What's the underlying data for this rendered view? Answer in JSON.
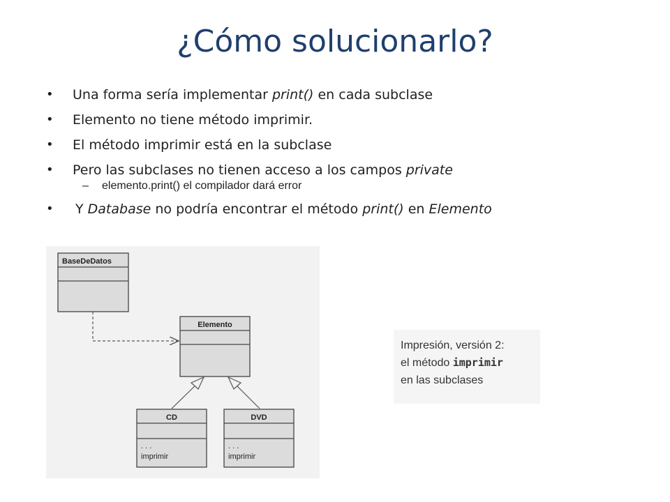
{
  "slide": {
    "title": "¿Cómo solucionarlo?",
    "bullets": {
      "b1": "Una forma sería implementar ",
      "b1_code": "print()",
      "b1_tail": " en cada subclase",
      "b2": "Elemento no tiene método imprimir.",
      "b3": "El método imprimir está en la subclase",
      "b4": "Pero las subclases no tienen acceso a los campos ",
      "b4_em": "private",
      "b4_sub": "elemento.print() el compilador dará error",
      "b5_a": "Y ",
      "b5_em1": "Database",
      "b5_b": " no podría encontrar el método ",
      "b5_em2": "print()",
      "b5_c": " en ",
      "b5_em3": "Elemento"
    }
  },
  "diagram": {
    "base": "BaseDeDatos",
    "elemento": "Elemento",
    "cd": "CD",
    "dvd": "DVD",
    "dots": ". . .",
    "method": "imprimir"
  },
  "caption": {
    "line1": "Impresión, versión 2:",
    "line2_a": "el método ",
    "line2_code": "imprimir",
    "line3": "en las subclases"
  }
}
